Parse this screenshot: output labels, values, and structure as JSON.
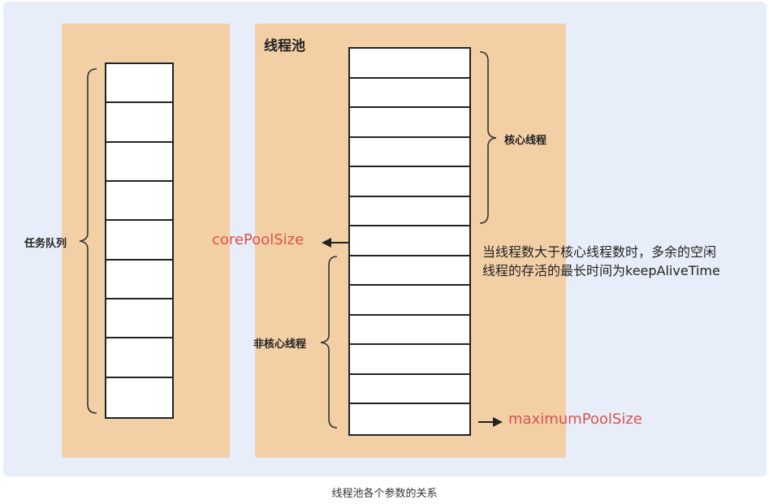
{
  "diagram": {
    "pool_title": "线程池",
    "queue_label": "任务队列",
    "core_threads_label": "核心线程",
    "non_core_threads_label": "非核心线程",
    "core_pool_size": "corePoolSize",
    "maximum_pool_size": "maximumPoolSize",
    "keep_alive_note_line1": "当线程数大于核心线程数时，多余的空闲",
    "keep_alive_note_line2": "线程的存活的最长时间为keepAliveTime",
    "queue_cell_count": 9,
    "pool_cell_count": 13,
    "colors": {
      "panel": "#f3cfa6",
      "background": "#e8eef9",
      "highlight": "#d9534f"
    }
  },
  "caption": "线程池各个参数的关系"
}
